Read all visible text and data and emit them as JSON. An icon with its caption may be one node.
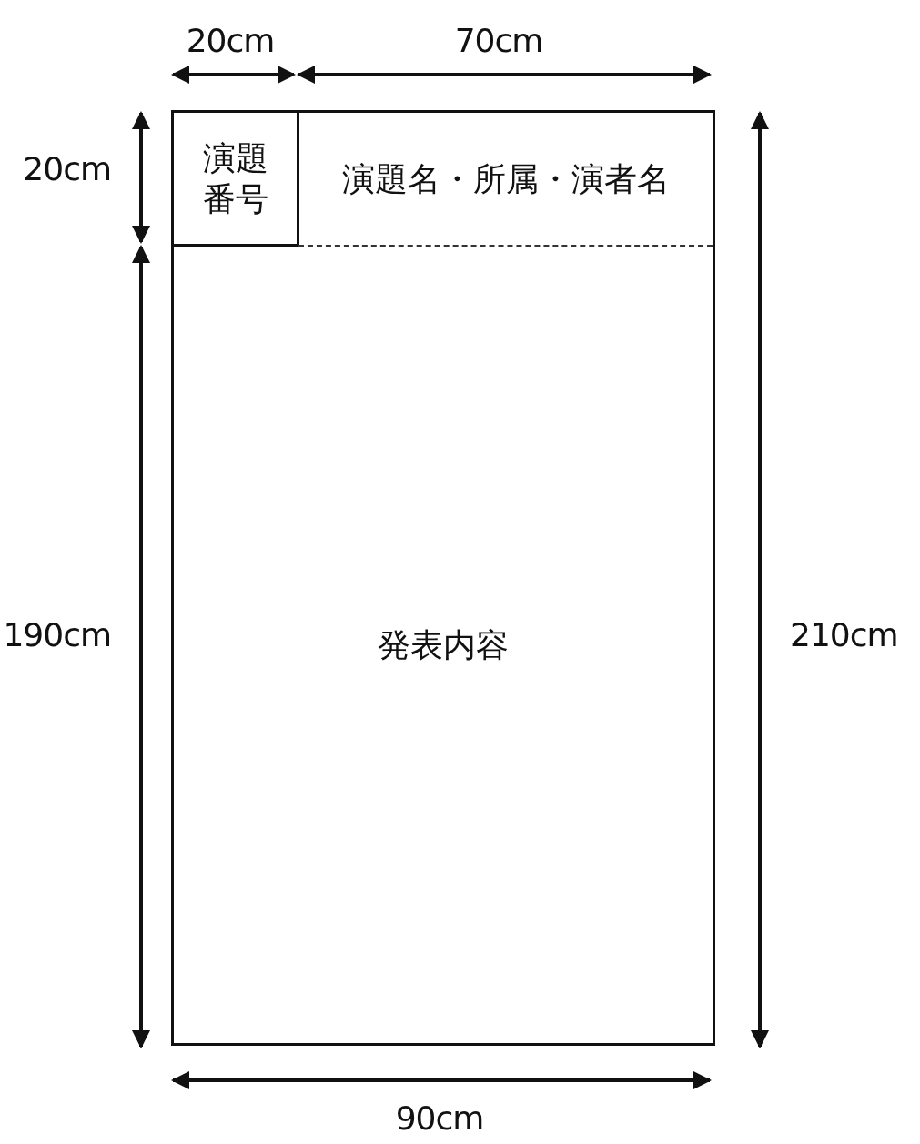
{
  "diagram": {
    "nodes": [
      {
        "text": [],
        "shape": "box"
      },
      {
        "text": [
          "演題番号"
        ],
        "in": 0
      },
      {
        "text": [
          "演題名・所属・演者名"
        ],
        "in": 0
      },
      {
        "text": [
          "発表内容"
        ],
        "in": 0
      }
    ],
    "labels": [
      "20cm",
      "70cm",
      "20cm",
      "190cm",
      "210cm",
      "90cm"
    ]
  }
}
